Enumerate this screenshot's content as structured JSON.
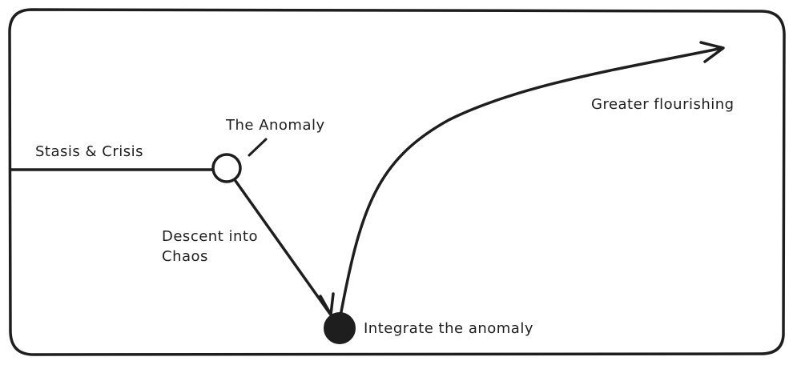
{
  "colors": {
    "stroke": "#1e1e1e",
    "background": "#ffffff"
  },
  "labels": {
    "stasis": "Stasis & Crisis",
    "anomaly": "The Anomaly",
    "descent_line1": "Descent into",
    "descent_line2": "Chaos",
    "integrate": "Integrate the anomaly",
    "flourishing": "Greater flourishing"
  }
}
